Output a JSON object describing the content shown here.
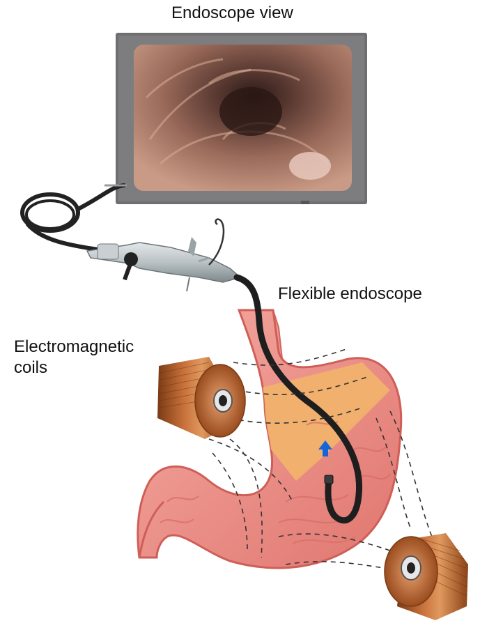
{
  "labels": {
    "endoscope_view": "Endoscope view",
    "flexible_endoscope": "Flexible endoscope",
    "coils_line1": "Electromagnetic",
    "coils_line2": "coils"
  },
  "colors": {
    "monitor_bezel": "#6f6f72",
    "tissue_dark": "#3a2622",
    "tissue_light": "#c99b86",
    "stomach_wall": "#e8867f",
    "stomach_inner": "#f2a8a0",
    "highlight_zone": "#f2b46a",
    "coil_copper": "#b8622c",
    "endoscope_tube": "#1e1e1e",
    "arrow": "#1565d8"
  },
  "icons": [
    "monitor",
    "endoscope-handle",
    "stomach",
    "electromagnetic-coil",
    "direction-arrow-up"
  ]
}
